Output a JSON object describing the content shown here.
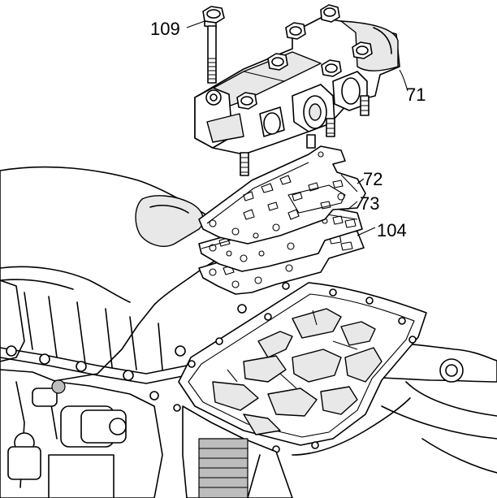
{
  "callouts": [
    {
      "id": "bolt",
      "label": "109"
    },
    {
      "id": "valve-body",
      "label": "71"
    },
    {
      "id": "upper-gasket",
      "label": "72"
    },
    {
      "id": "spacer-plate",
      "label": "73"
    },
    {
      "id": "lower-gasket",
      "label": "104"
    }
  ]
}
